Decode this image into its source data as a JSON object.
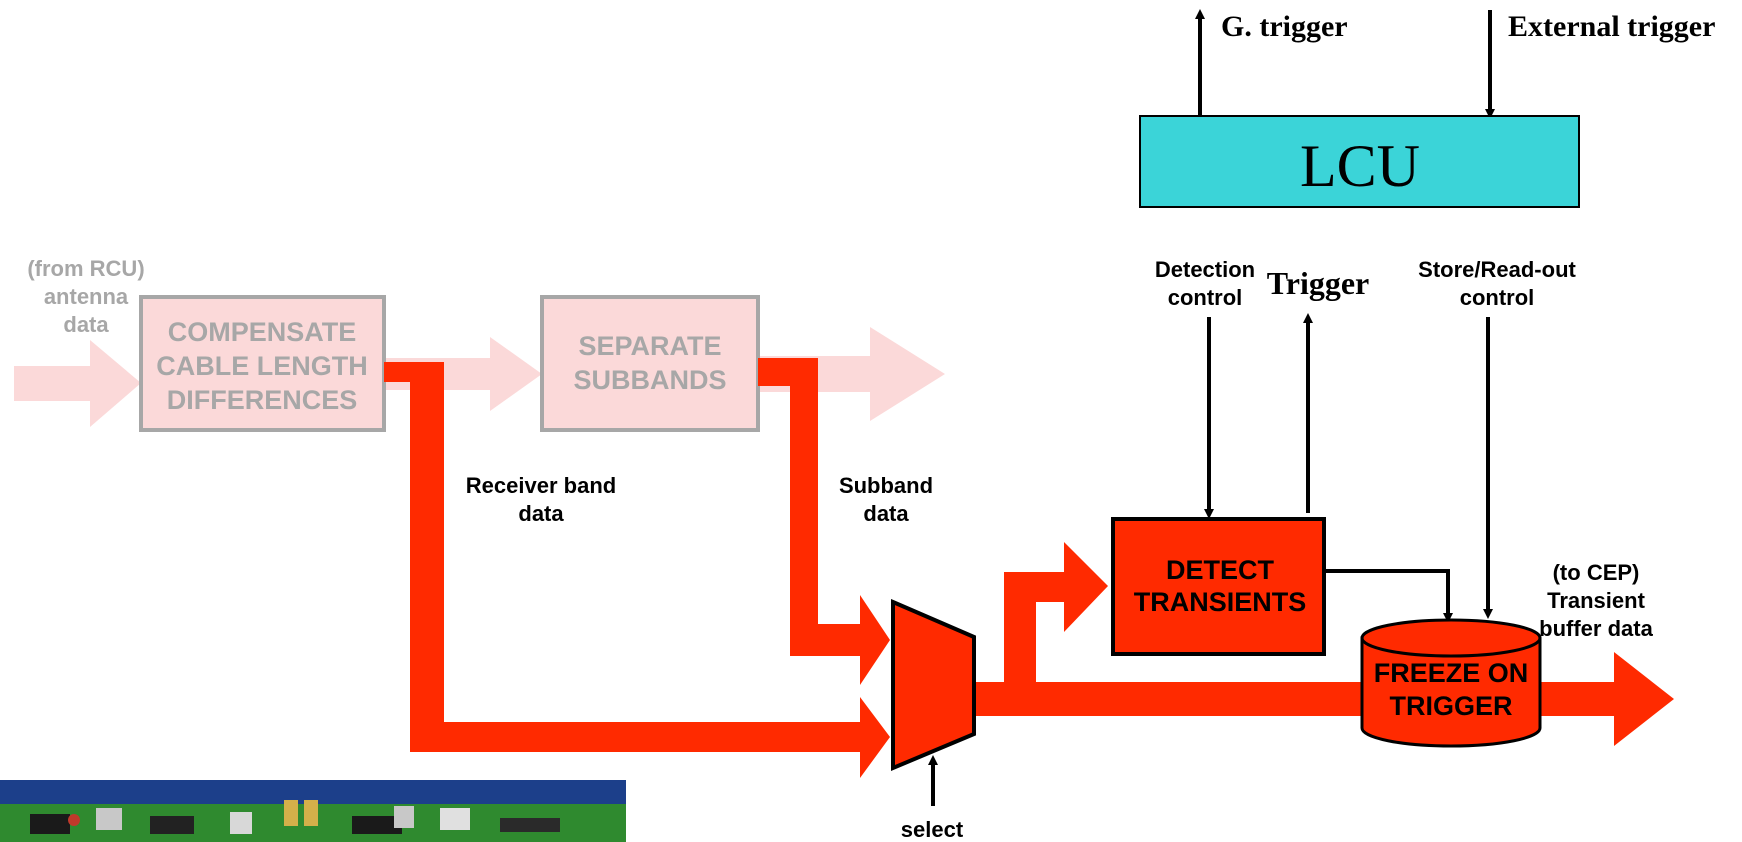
{
  "colors": {
    "active": "#ff2a00",
    "faded_fill": "#fbd9d9",
    "faded_text": "#a7a7a7",
    "lcu_fill": "#3bd4d8",
    "line": "#000000",
    "board_bg": "#1c3f8a",
    "board_pcb": "#2f8a2f"
  },
  "lcu": {
    "label": "LCU",
    "g_trigger": "G. trigger",
    "external_trigger": "External trigger"
  },
  "inputs": {
    "from_rcu_line1": "(from RCU)",
    "from_rcu_line2": "antenna",
    "from_rcu_line3": "data"
  },
  "blocks": {
    "compensate_line1": "COMPENSATE",
    "compensate_line2": "CABLE LENGTH",
    "compensate_line3": "DIFFERENCES",
    "separate_line1": "SEPARATE",
    "separate_line2": "SUBBANDS",
    "detect_line1": "DETECT",
    "detect_line2": "TRANSIENTS",
    "freeze_line1": "FREEZE ON",
    "freeze_line2": "TRIGGER"
  },
  "labels": {
    "receiver_band_line1": "Receiver band",
    "receiver_band_line2": "data",
    "subband_line1": "Subband",
    "subband_line2": "data",
    "detection_control_line1": "Detection",
    "detection_control_line2": "control",
    "trigger": "Trigger",
    "store_readout_line1": "Store/Read-out",
    "store_readout_line2": "control",
    "to_cep_line1": "(to CEP)",
    "to_cep_line2": "Transient",
    "to_cep_line3": "buffer data",
    "select": "select"
  }
}
